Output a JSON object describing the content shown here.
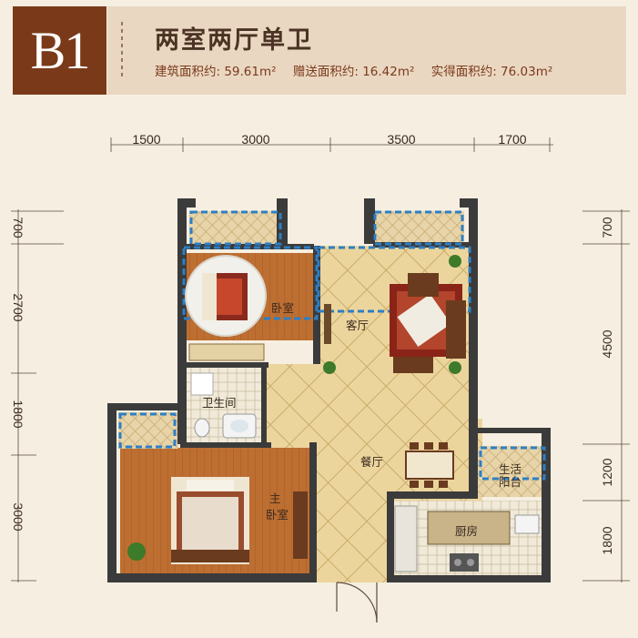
{
  "header": {
    "badge": "B1",
    "title": "两室两厅单卫",
    "build_area": "建筑面积约: 59.61m²",
    "gift_area": "赠送面积约: 16.42m²",
    "actual_area": "实得面积约: 76.03m²"
  },
  "dimensions": {
    "top": [
      "1500",
      "3000",
      "3500",
      "1700"
    ],
    "left": [
      "700",
      "2700",
      "1800",
      "3000"
    ],
    "right": [
      "700",
      "4500",
      "1200",
      "1800"
    ]
  },
  "rooms": {
    "bedroom": "卧室",
    "living": "客厅",
    "bath": "卫生间",
    "master_line1": "主",
    "master_line2": "卧室",
    "dining": "餐厅",
    "kitchen": "厨房",
    "balcony_line1": "生活",
    "balcony_line2": "阳台"
  },
  "colors": {
    "wood": "#b86a2e",
    "tile": "#ead39a",
    "wall": "#3b3b3b",
    "balcony_outline": "#2e7fc4",
    "header_badge": "#7a3a1a"
  }
}
